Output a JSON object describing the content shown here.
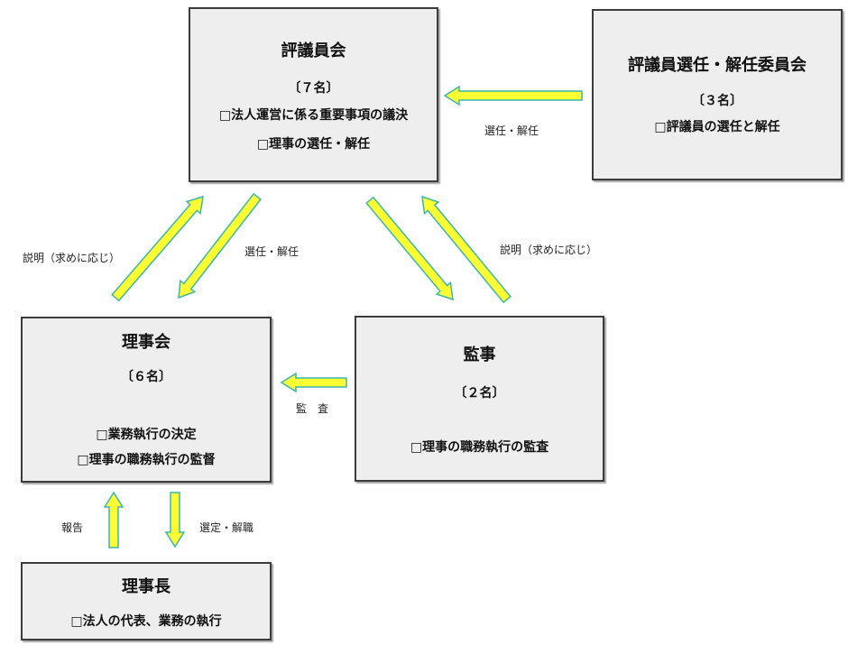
{
  "colors": {
    "arrow_fill": "#ffff33",
    "arrow_stroke": "#3bb5ad",
    "box_fill": "#eeeeee",
    "box_border": "#3c3c3c"
  },
  "councilors": {
    "title": "評議員会",
    "count": "〔７名〕",
    "duties": [
      "□法人運営に係る重要事項の議決",
      "□理事の選任・解任"
    ]
  },
  "selection_committee": {
    "title": "評議員選任・解任委員会",
    "count": "〔３名〕",
    "duties": [
      "□評議員の選任と解任"
    ]
  },
  "board": {
    "title": "理事会",
    "count": "〔６名〕",
    "duties": [
      "□業務執行の決定",
      "□理事の職務執行の監督"
    ]
  },
  "auditors": {
    "title": "監事",
    "count": "〔２名〕",
    "duties": [
      "□理事の職務執行の監査"
    ]
  },
  "chairman": {
    "title": "理事長",
    "duties": [
      "□法人の代表、業務の執行"
    ]
  },
  "relations": {
    "committee_to_councilors": "選任・解任",
    "board_to_councilors": "説明（求めに応じ）",
    "councilors_to_board": "選任・解任",
    "auditors_to_councilors": "説明（求めに応じ）",
    "auditors_to_board": "監　査",
    "chairman_to_board": "報告",
    "board_to_chairman": "選定・解職"
  }
}
